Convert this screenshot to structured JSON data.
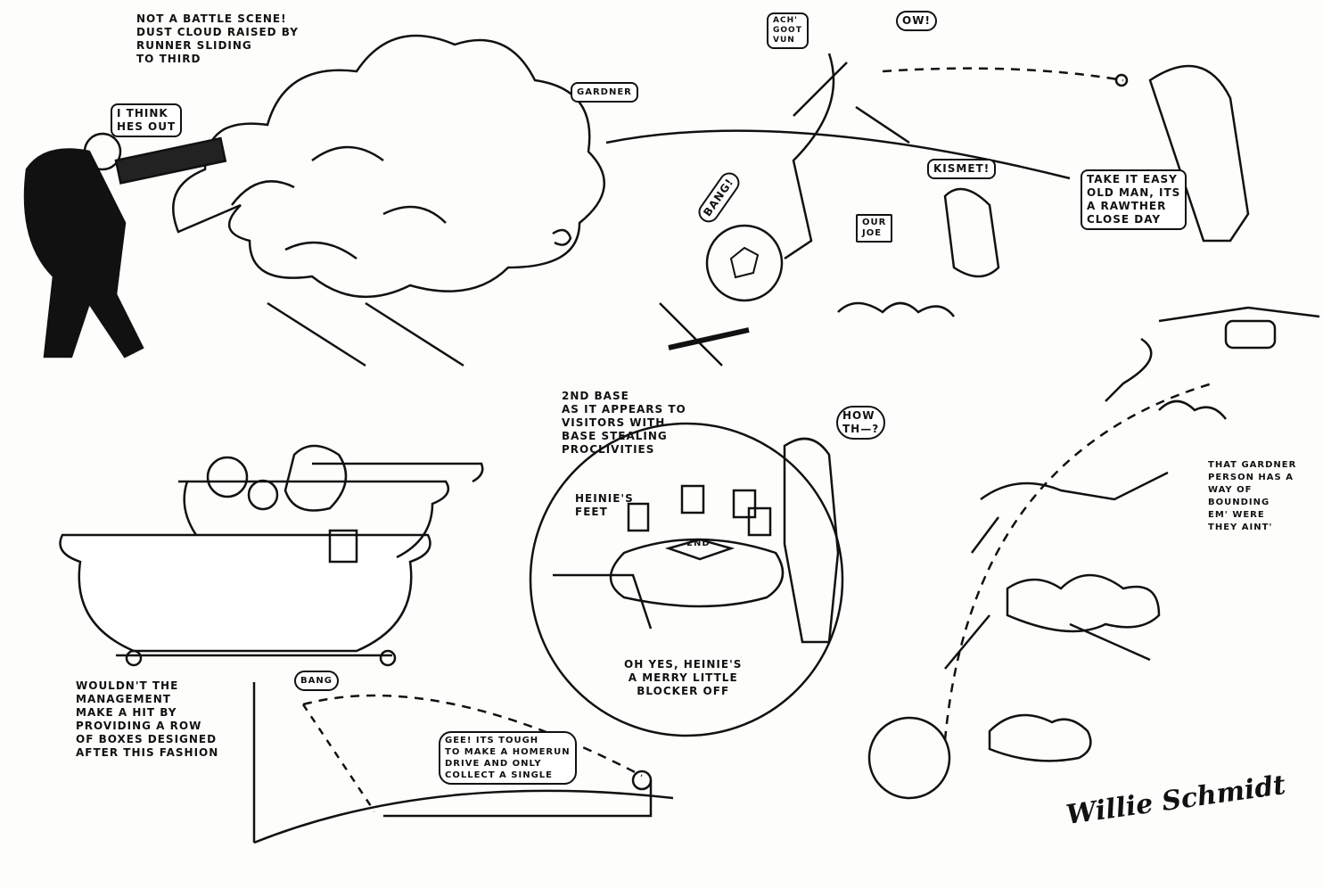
{
  "panels": {
    "dust_cloud": {
      "caption": "NOT A BATTLE SCENE!\nDUST CLOUD RAISED BY\nRUNNER SLIDING\nTO THIRD",
      "speech": "I THINK\nHES OUT"
    },
    "catcher": {
      "speech_umpire": "ACH'\nGOOT\nVUN",
      "speech_ow": "OW!",
      "tag_gardner": "GARDNER",
      "speech_bang": "BANG!",
      "sign_our_joe": "OUR\nJOE",
      "speech_kismet": "KISMET!",
      "speech_catcher": "TAKE IT EASY\nOLD MAN, ITS\nA RAWTHER\nCLOSE DAY"
    },
    "second_base": {
      "caption": "2ND BASE\nAS IT APPEARS TO\nVISITORS WITH\nBASE STEALING\nPROCLIVITIES",
      "speech": "HOW\nTH—?",
      "label_feet": "HEINIE'S\nFEET",
      "base_label": "2ND",
      "caption_bottom": "OH YES, HEINIE'S\nA MERRY LITTLE\nBLOCKER OFF"
    },
    "bathtubs": {
      "caption": "WOULDN'T THE\nMANAGEMENT\nMAKE A HIT BY\nPROVIDING A ROW\nOF BOXES DESIGNED\nAFTER THIS FASHION"
    },
    "homerun": {
      "speech_bang": "BANG",
      "speech": "GEE! ITS TOUGH\nTO MAKE A HOMERUN\nDRIVE AND ONLY\nCOLLECT A SINGLE"
    },
    "gardner": {
      "caption": "THAT GARDNER\nPERSON HAS A\nWAY OF\nBOUNDING\nEM' WERE\nTHEY AINT'"
    }
  },
  "signature": "Willie Schmidt",
  "colors": {
    "ink": "#111111",
    "paper": "#fdfdfb"
  }
}
